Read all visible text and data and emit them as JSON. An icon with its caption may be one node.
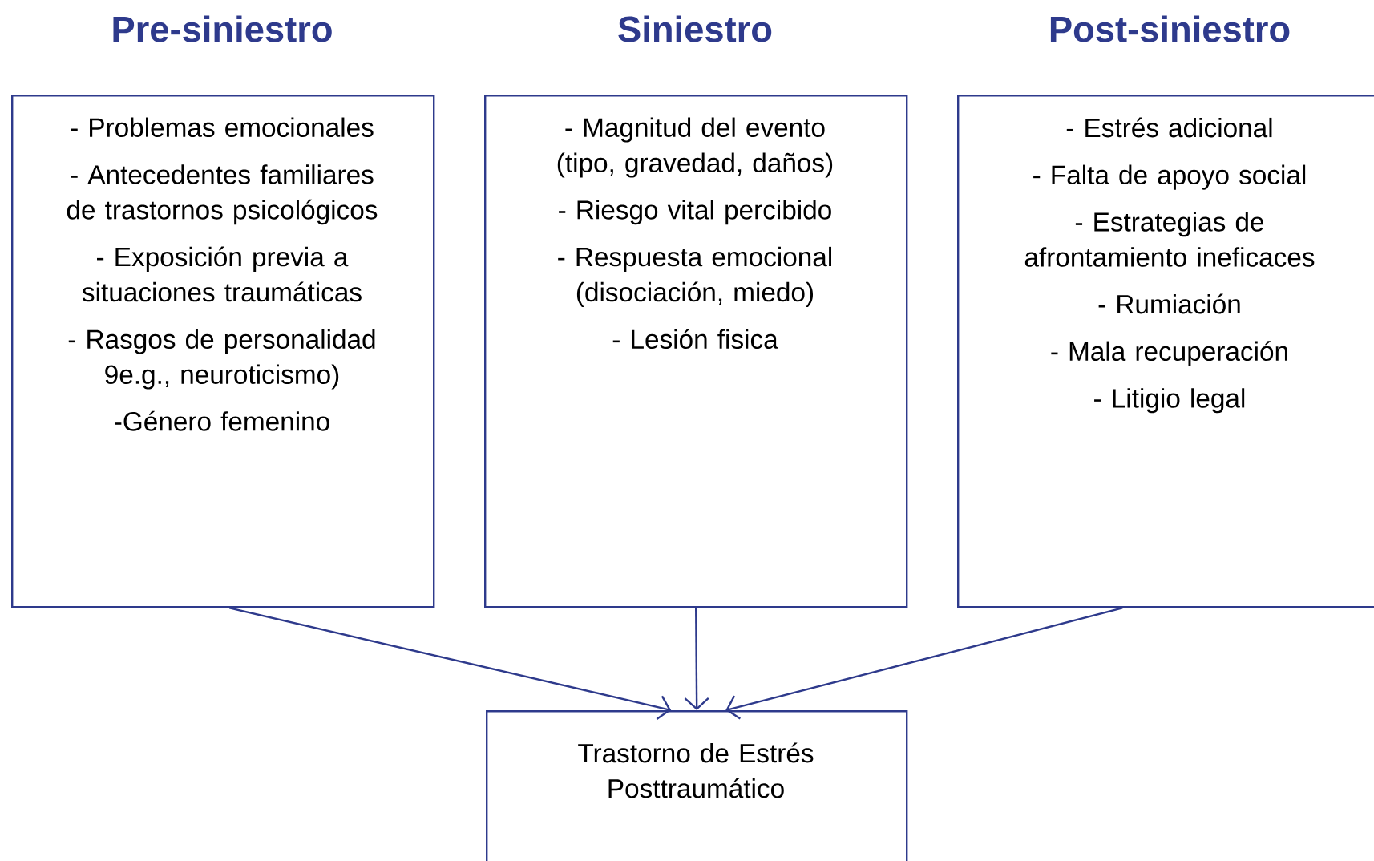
{
  "diagram": {
    "nodes": [
      {
        "text": [
          "Pre-siniestro",
          "- Problemas emocionales",
          "- Antecedentes familiares de trastornos psicológicos",
          "- Exposición previa a situaciones traumáticas",
          "- Rasgos de personalidad 9e.g., neuroticismo)",
          "-Género femenino"
        ]
      },
      {
        "text": [
          "Siniestro",
          "- Magnitud del evento (tipo, gravedad, daños)",
          "- Riesgo vital percibido",
          "- Respuesta emocional (disociación, miedo)",
          "- Lesión fisica"
        ]
      },
      {
        "text": [
          "Post-siniestro",
          "- Estrés adicional",
          "- Falta de apoyo social",
          "- Estrategias de afrontamiento ineficaces",
          "- Rumiación",
          "- Mala recuperación",
          "- Litigio legal"
        ]
      },
      {
        "text": [
          "Trastorno de Estrés Posttraumático"
        ]
      }
    ],
    "edges": [
      {
        "from": 0,
        "to": 3,
        "arrow": "to"
      },
      {
        "from": 1,
        "to": 3,
        "arrow": "to"
      },
      {
        "from": 2,
        "to": 3,
        "arrow": "to"
      }
    ]
  }
}
